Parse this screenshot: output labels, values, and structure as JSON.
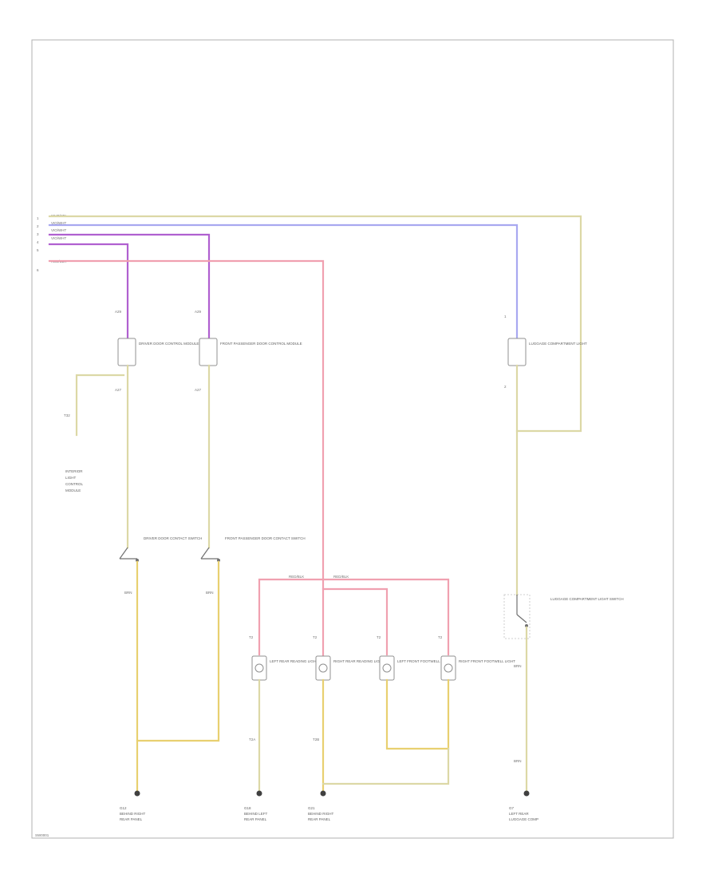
{
  "page_label": "SW0001",
  "bus": {
    "labels": [
      "WHT/YEL",
      "VIO/WHT",
      "VIO/WHT",
      "VIO/WHT",
      "RED/BLK"
    ],
    "pins": [
      "1",
      "2",
      "3",
      "4",
      "5",
      "6"
    ]
  },
  "modules": [
    {
      "id": "m1",
      "name": "DRIVER DOOR CONTROL MODULE",
      "pin_in": "A29",
      "pin_out": "A27"
    },
    {
      "id": "m2",
      "name": "FRONT PASSENGER DOOR CONTROL MODULE",
      "pin_in": "A29",
      "pin_out": "A27"
    },
    {
      "id": "m3",
      "name": "LUGGAGE COMPARTMENT LIGHT",
      "pin_in": "1",
      "pin_out": "2"
    }
  ],
  "switches": [
    {
      "id": "s1",
      "name": "DRIVER DOOR CONTACT SWITCH"
    },
    {
      "id": "s2",
      "name": "FRONT PASSENGER DOOR CONTACT SWITCH"
    },
    {
      "id": "s3",
      "name": "LUGGAGE COMPARTMENT LIGHT SWITCH"
    }
  ],
  "left_note": {
    "lines": [
      "INTERIOR",
      "LIGHT",
      "CONTROL",
      "MODULE"
    ],
    "pin": "T32"
  },
  "lamps": [
    {
      "id": "l1",
      "name": "LEFT REAR READING LIGHT",
      "conn": "T2"
    },
    {
      "id": "l2",
      "name": "RIGHT REAR READING LIGHT",
      "conn": "T2"
    },
    {
      "id": "l3",
      "name": "LEFT FRONT FOOTWELL LIGHT",
      "conn": "T2"
    },
    {
      "id": "l4",
      "name": "RIGHT FRONT FOOTWELL LIGHT",
      "conn": "T2"
    }
  ],
  "wire_tags": {
    "pink_split": "RED/BLK",
    "pink_split2": "RED/BLK",
    "tan_a": "BRN",
    "tan_b": "BRN",
    "gray_a": "BRN",
    "gray_b": "BRN",
    "t2a": "T2A",
    "t2b": "T2B"
  },
  "grounds": [
    {
      "id": "g1",
      "lines": [
        "G12",
        "BEHIND RIGHT",
        "REAR PANEL"
      ]
    },
    {
      "id": "g2",
      "lines": [
        "G18",
        "BEHIND LEFT",
        "REAR PANEL"
      ]
    },
    {
      "id": "g3",
      "lines": [
        "G21",
        "BEHIND RIGHT",
        "REAR PANEL"
      ]
    },
    {
      "id": "g4",
      "lines": [
        "G7",
        "LEFT REAR",
        "LUGGAGE COMP"
      ]
    }
  ]
}
